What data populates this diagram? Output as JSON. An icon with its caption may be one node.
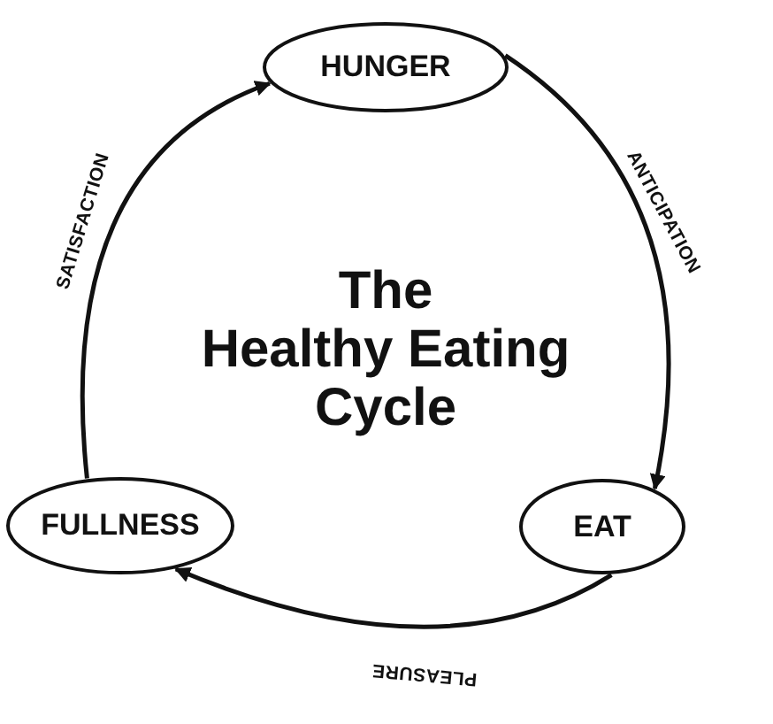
{
  "diagram": {
    "title": "The Healthy Eating Cycle",
    "nodes": [
      {
        "text": [
          "HUNGER"
        ]
      },
      {
        "text": [
          "EAT"
        ]
      },
      {
        "text": [
          "FULLNESS"
        ]
      }
    ],
    "edges": [
      {
        "from": 0,
        "to": 1,
        "arrow": "to",
        "label": "ANTICIPATION"
      },
      {
        "from": 1,
        "to": 2,
        "arrow": "to",
        "label": "PLEASURE"
      },
      {
        "from": 2,
        "to": 0,
        "arrow": "to",
        "label": "SATISFACTION"
      }
    ]
  }
}
